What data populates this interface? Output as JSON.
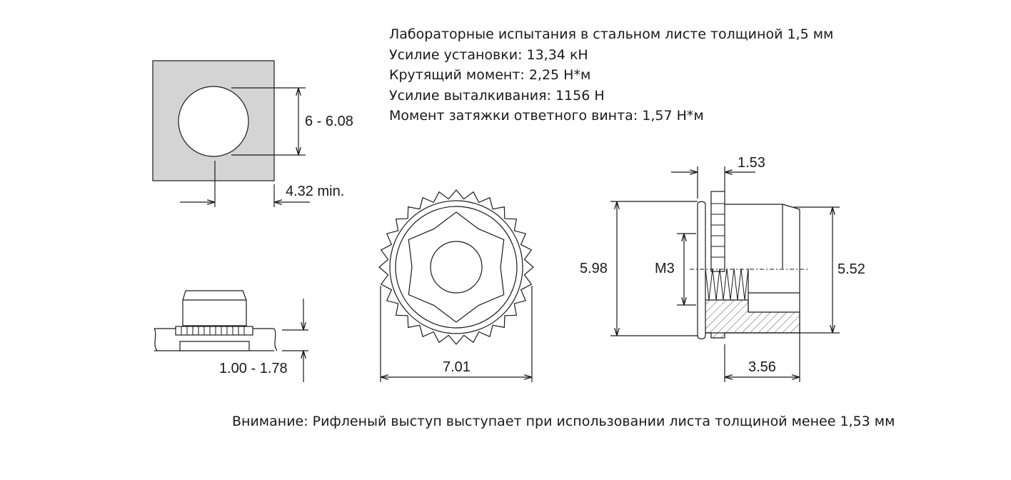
{
  "specs": {
    "title": "Лабораторные испытания в стальном листе толщиной 1,5 мм",
    "install_force": "Усилие установки: 13,34 кН",
    "torque": "Крутящий момент: 2,25 Н*м",
    "pushout_force": "Усилие выталкивания: 1156 Н",
    "mating_screw_torque": "Момент затяжки ответного винта: 1,57 Н*м"
  },
  "note": "Внимание: Рифленый выступ выступает при использовании листа толщиной менее 1,53 мм",
  "dimensions": {
    "hole_diameter": "6 - 6.08",
    "edge_distance": "4.32 min.",
    "sheet_thickness": "1.00 - 1.78",
    "knurl_diameter": "7.01",
    "head_height": "1.53",
    "head_diameter": "5.98",
    "thread": "M3",
    "body_diameter": "5.52",
    "body_length": "3.56"
  },
  "colors": {
    "line": "#1a1a1a",
    "panel_fill": "#d4d4d4",
    "hatch": "#555555"
  }
}
